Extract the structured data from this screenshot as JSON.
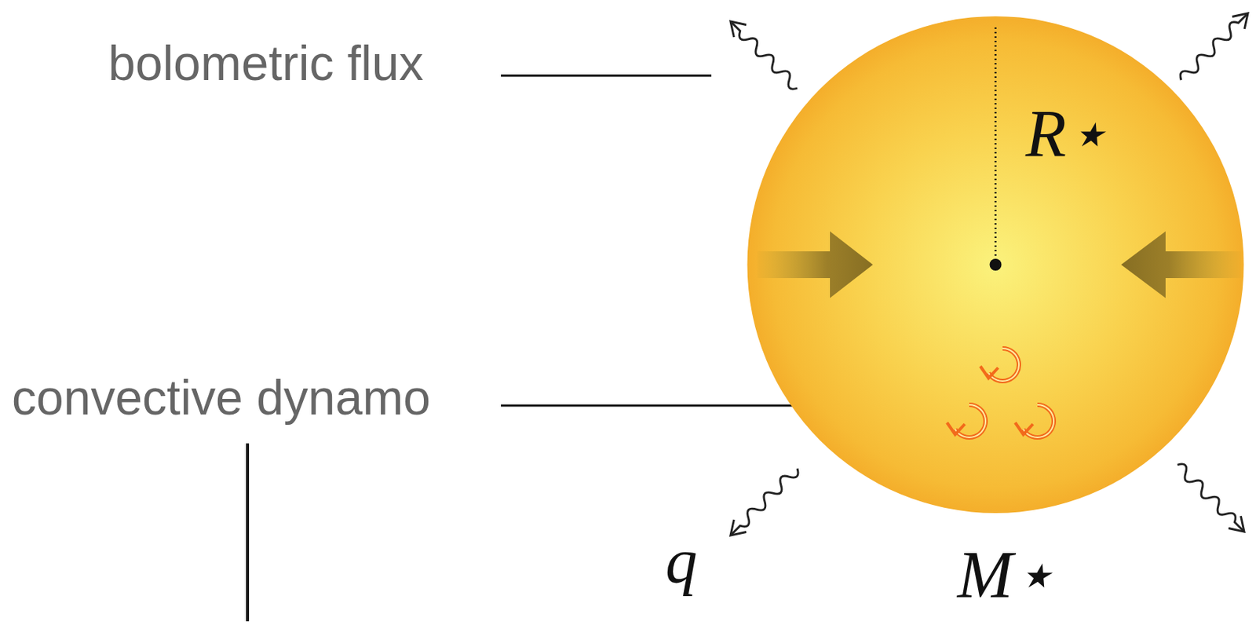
{
  "diagram": {
    "nodes": [
      {
        "text": [
          "R⋆",
          "M⋆"
        ]
      }
    ],
    "labels": [
      "bolometric flux",
      "convective dynamo",
      "q"
    ]
  }
}
